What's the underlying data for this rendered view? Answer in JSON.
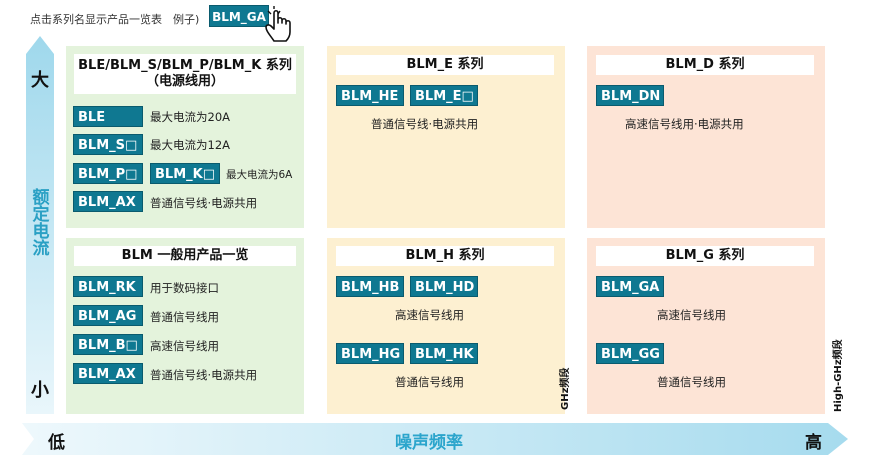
{
  "hint": {
    "text": "点击系列名显示产品一览表　例子)",
    "example_button": "BLM_GA"
  },
  "axes": {
    "vertical": {
      "top": "大",
      "bottom": "小",
      "label": "额定电流"
    },
    "horizontal": {
      "left": "低",
      "right": "高",
      "label": "噪声频率"
    }
  },
  "band_labels": {
    "ghz": "GHz频段",
    "high_ghz": "High-GHz频段"
  },
  "panels": {
    "ble": {
      "title_line1": "BLE/BLM_S/BLM_P/BLM_K 系列",
      "title_line2": "（电源线用）",
      "rows": [
        {
          "button": "BLE",
          "desc": "最大电流为20A"
        },
        {
          "button": "BLM_S□",
          "desc": "最大电流为12A"
        },
        {
          "button": "BLM_P□",
          "button2": "BLM_K□",
          "desc": "最大电流为6A"
        },
        {
          "button": "BLM_AX",
          "desc": "普通信号线·电源共用"
        }
      ]
    },
    "e": {
      "title": "BLM_E 系列",
      "buttons": [
        "BLM_HE",
        "BLM_E□"
      ],
      "desc": "普通信号线·电源共用"
    },
    "d": {
      "title": "BLM_D 系列",
      "buttons": [
        "BLM_DN"
      ],
      "desc": "高速信号线用·电源共用"
    },
    "general": {
      "title": "BLM 一般用产品一览",
      "rows": [
        {
          "button": "BLM_RK",
          "desc": "用于数码接口"
        },
        {
          "button": "BLM_AG",
          "desc": "普通信号线用"
        },
        {
          "button": "BLM_B□",
          "desc": "高速信号线用"
        },
        {
          "button": "BLM_AX",
          "desc": "普通信号线·电源共用"
        }
      ]
    },
    "h": {
      "title": "BLM_H 系列",
      "group1": {
        "buttons": [
          "BLM_HB",
          "BLM_HD"
        ],
        "desc": "高速信号线用"
      },
      "group2": {
        "buttons": [
          "BLM_HG",
          "BLM_HK"
        ],
        "desc": "普通信号线用"
      }
    },
    "g": {
      "title": "BLM_G 系列",
      "group1": {
        "button": "BLM_GA",
        "desc": "高速信号线用"
      },
      "group2": {
        "button": "BLM_GG",
        "desc": "普通信号线用"
      }
    }
  },
  "colors": {
    "button": "#0f7891",
    "green_panel": "#e4f3dc",
    "yellow_panel": "#fdf0d1",
    "peach_panel": "#fde4d6",
    "axis_accent": "#2ba5cc"
  }
}
